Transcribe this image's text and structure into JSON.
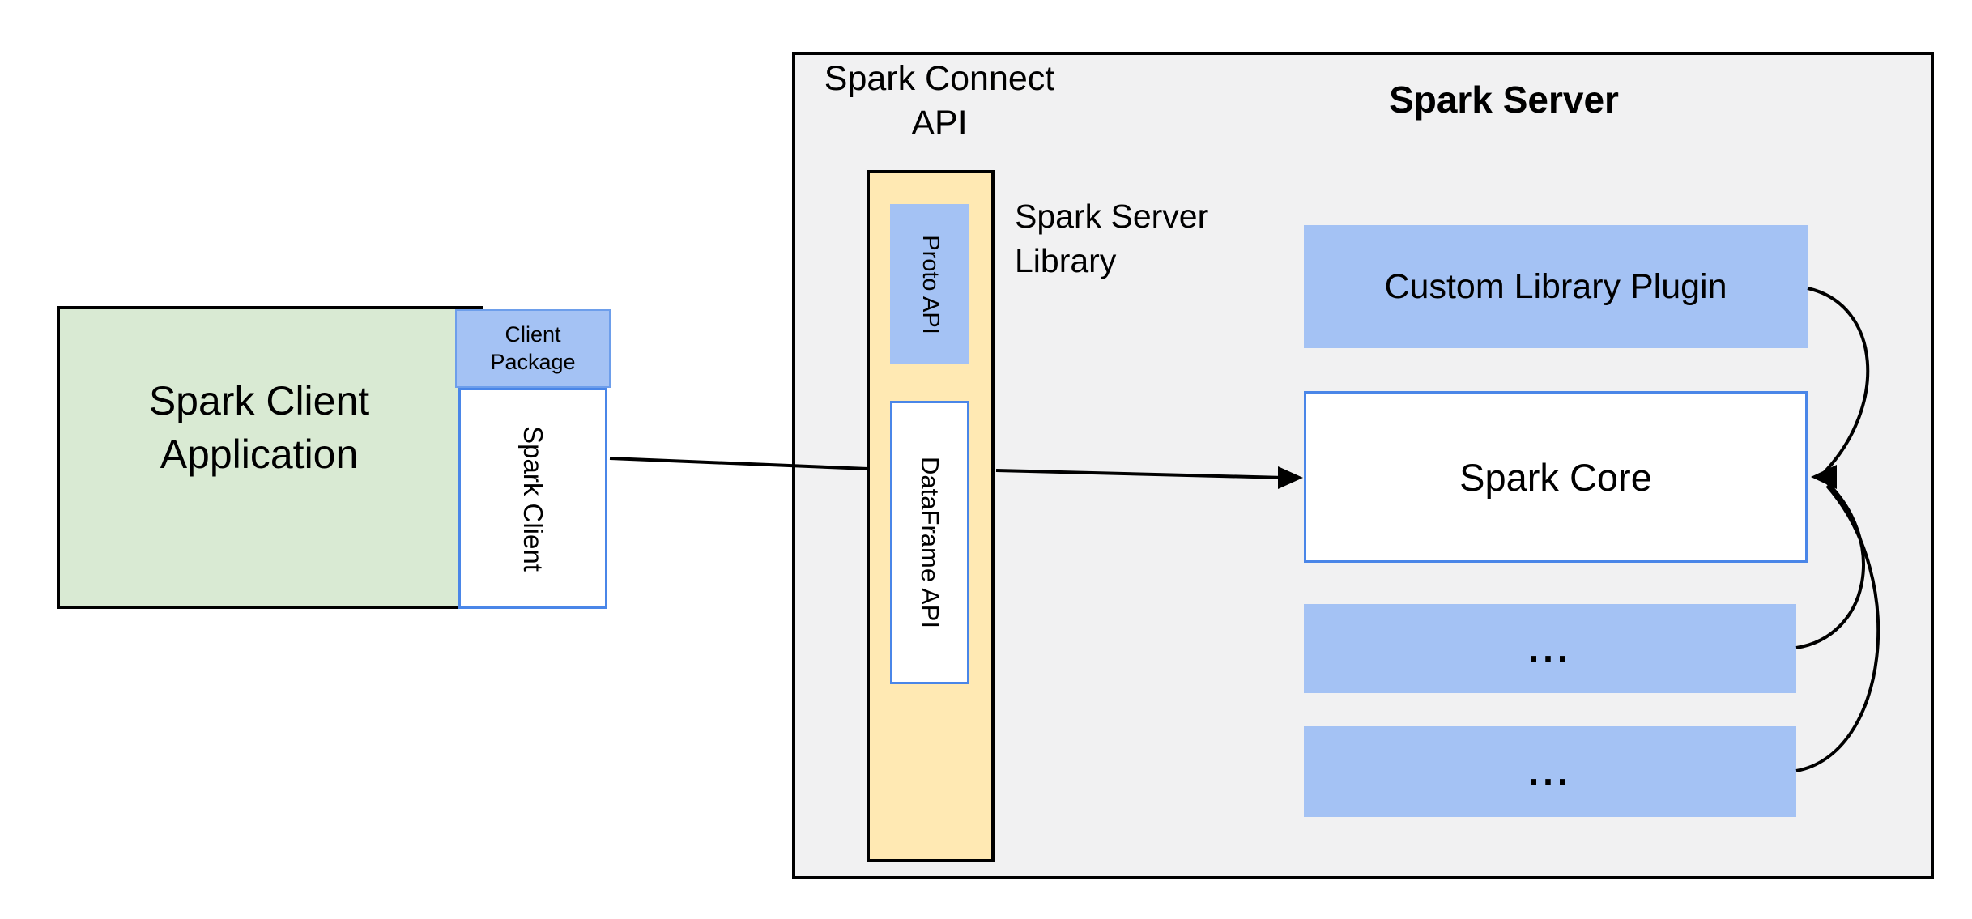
{
  "colors": {
    "blue_fill": "#a4c2f4",
    "blue_border": "#4a86e8",
    "soft_blue_border": "#6d9eeb",
    "yellow_fill": "#ffe9b3",
    "green_fill": "#d9ead3",
    "gray_fill": "#f1f1f2",
    "line_color": "#000000"
  },
  "client_side": {
    "app_line1": "Spark Client",
    "app_line2": "Application",
    "package_line1": "Client",
    "package_line2": "Package",
    "spark_client": "Spark Client"
  },
  "connect_api": {
    "line1": "Spark Connect",
    "line2": "API",
    "proto": "Proto API",
    "dataframe": "DataFrame API",
    "library_line1": "Spark Server",
    "library_line2": "Library"
  },
  "server": {
    "title": "Spark Server",
    "plugin": "Custom Library Plugin",
    "core": "Spark Core",
    "more1": "...",
    "more2": "..."
  }
}
